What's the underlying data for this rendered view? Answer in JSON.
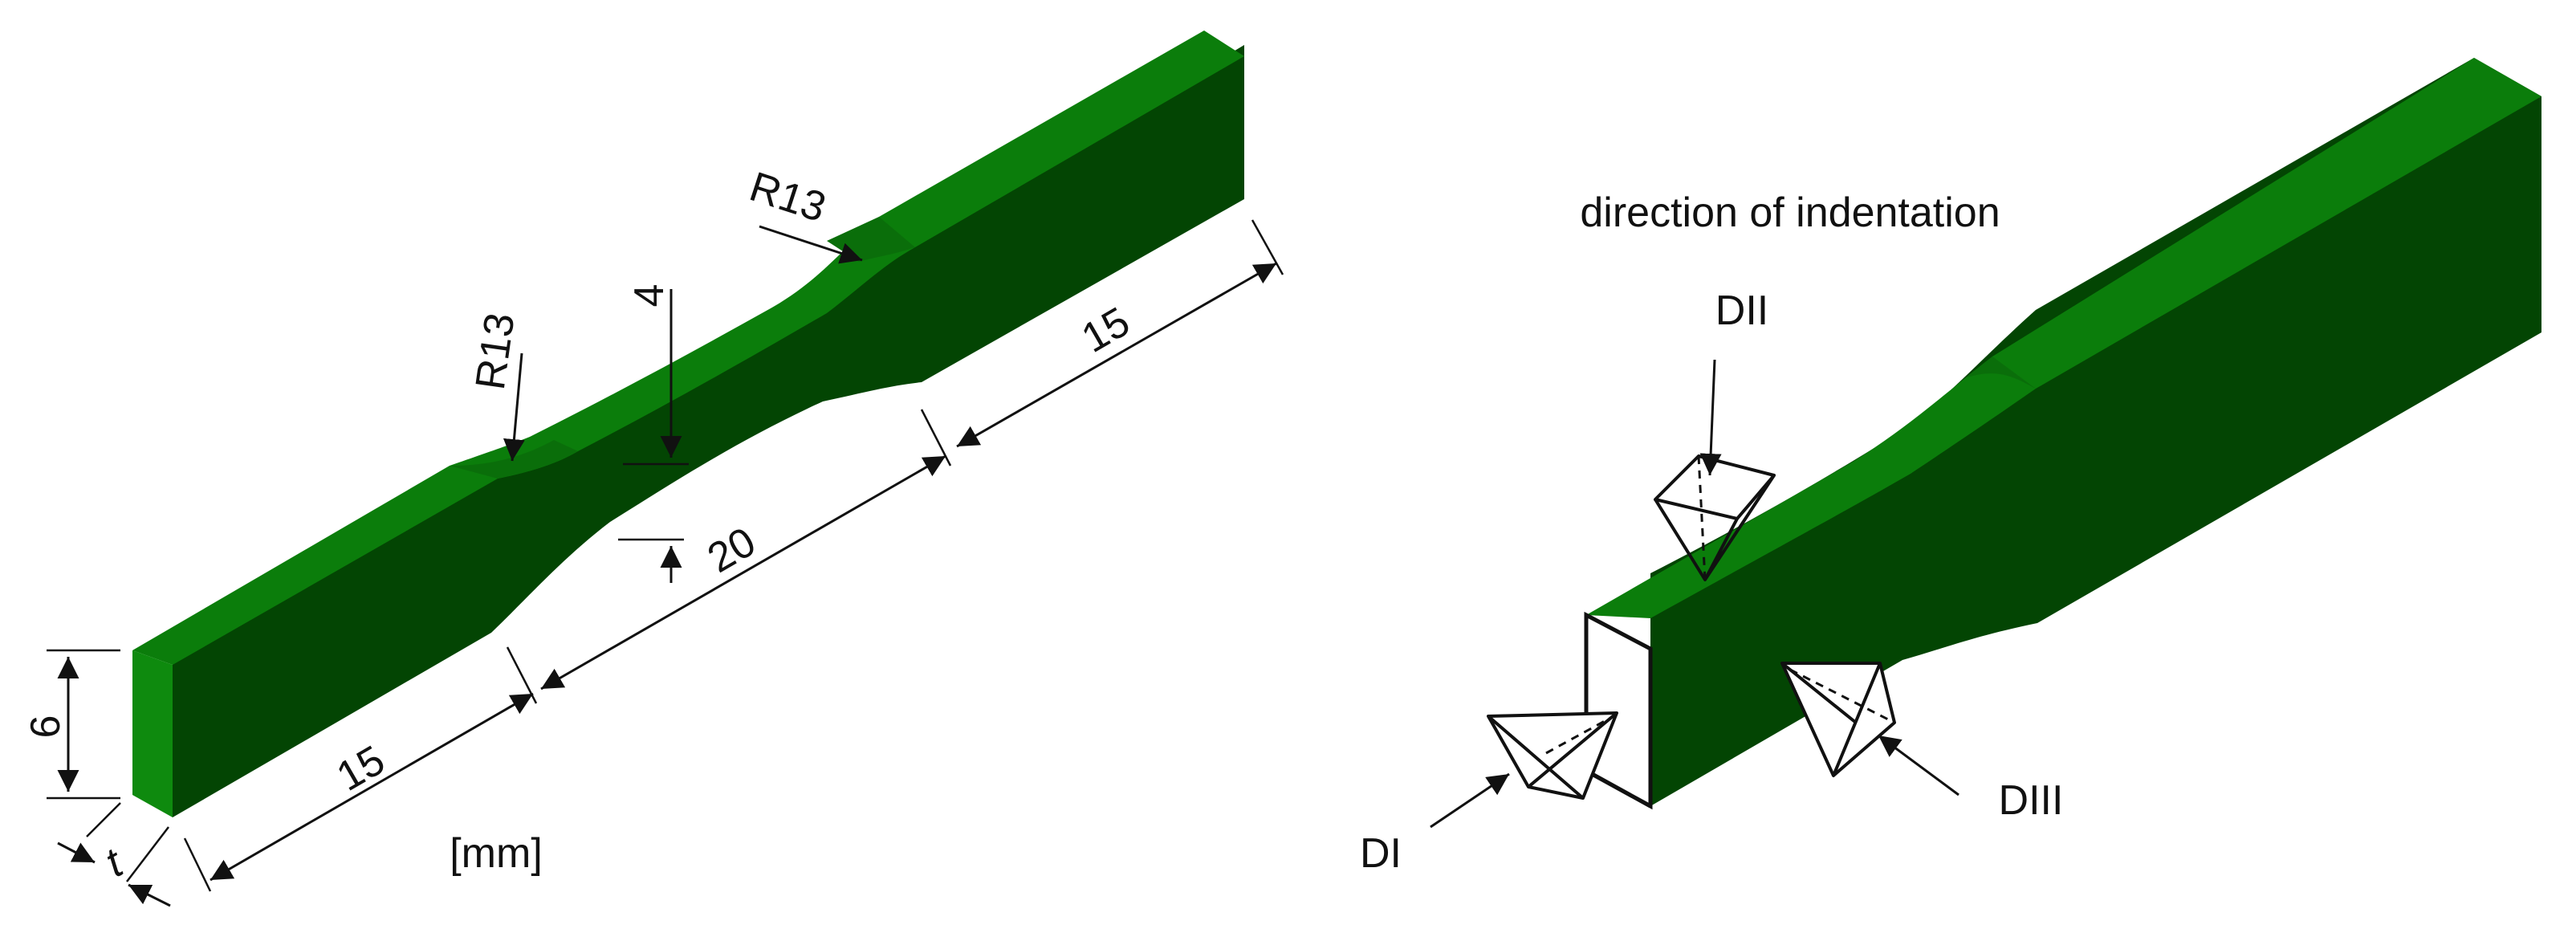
{
  "labels": {
    "dim_6": "6",
    "dim_t": "t",
    "dim_15_left": "15",
    "dim_20": "20",
    "dim_15_right": "15",
    "dim_4": "4",
    "radius_left": "R13",
    "radius_right": "R13",
    "unit": "[mm]",
    "direction_title": "direction of indentation",
    "dir_1": "DI",
    "dir_2": "DII",
    "dir_3": "DIII"
  },
  "colors": {
    "top_face": "#0b7d0b",
    "side_face": "#034503",
    "end_face": "#0e8a0e",
    "fillet_face": "#0a6e0a",
    "line": "#111111"
  }
}
